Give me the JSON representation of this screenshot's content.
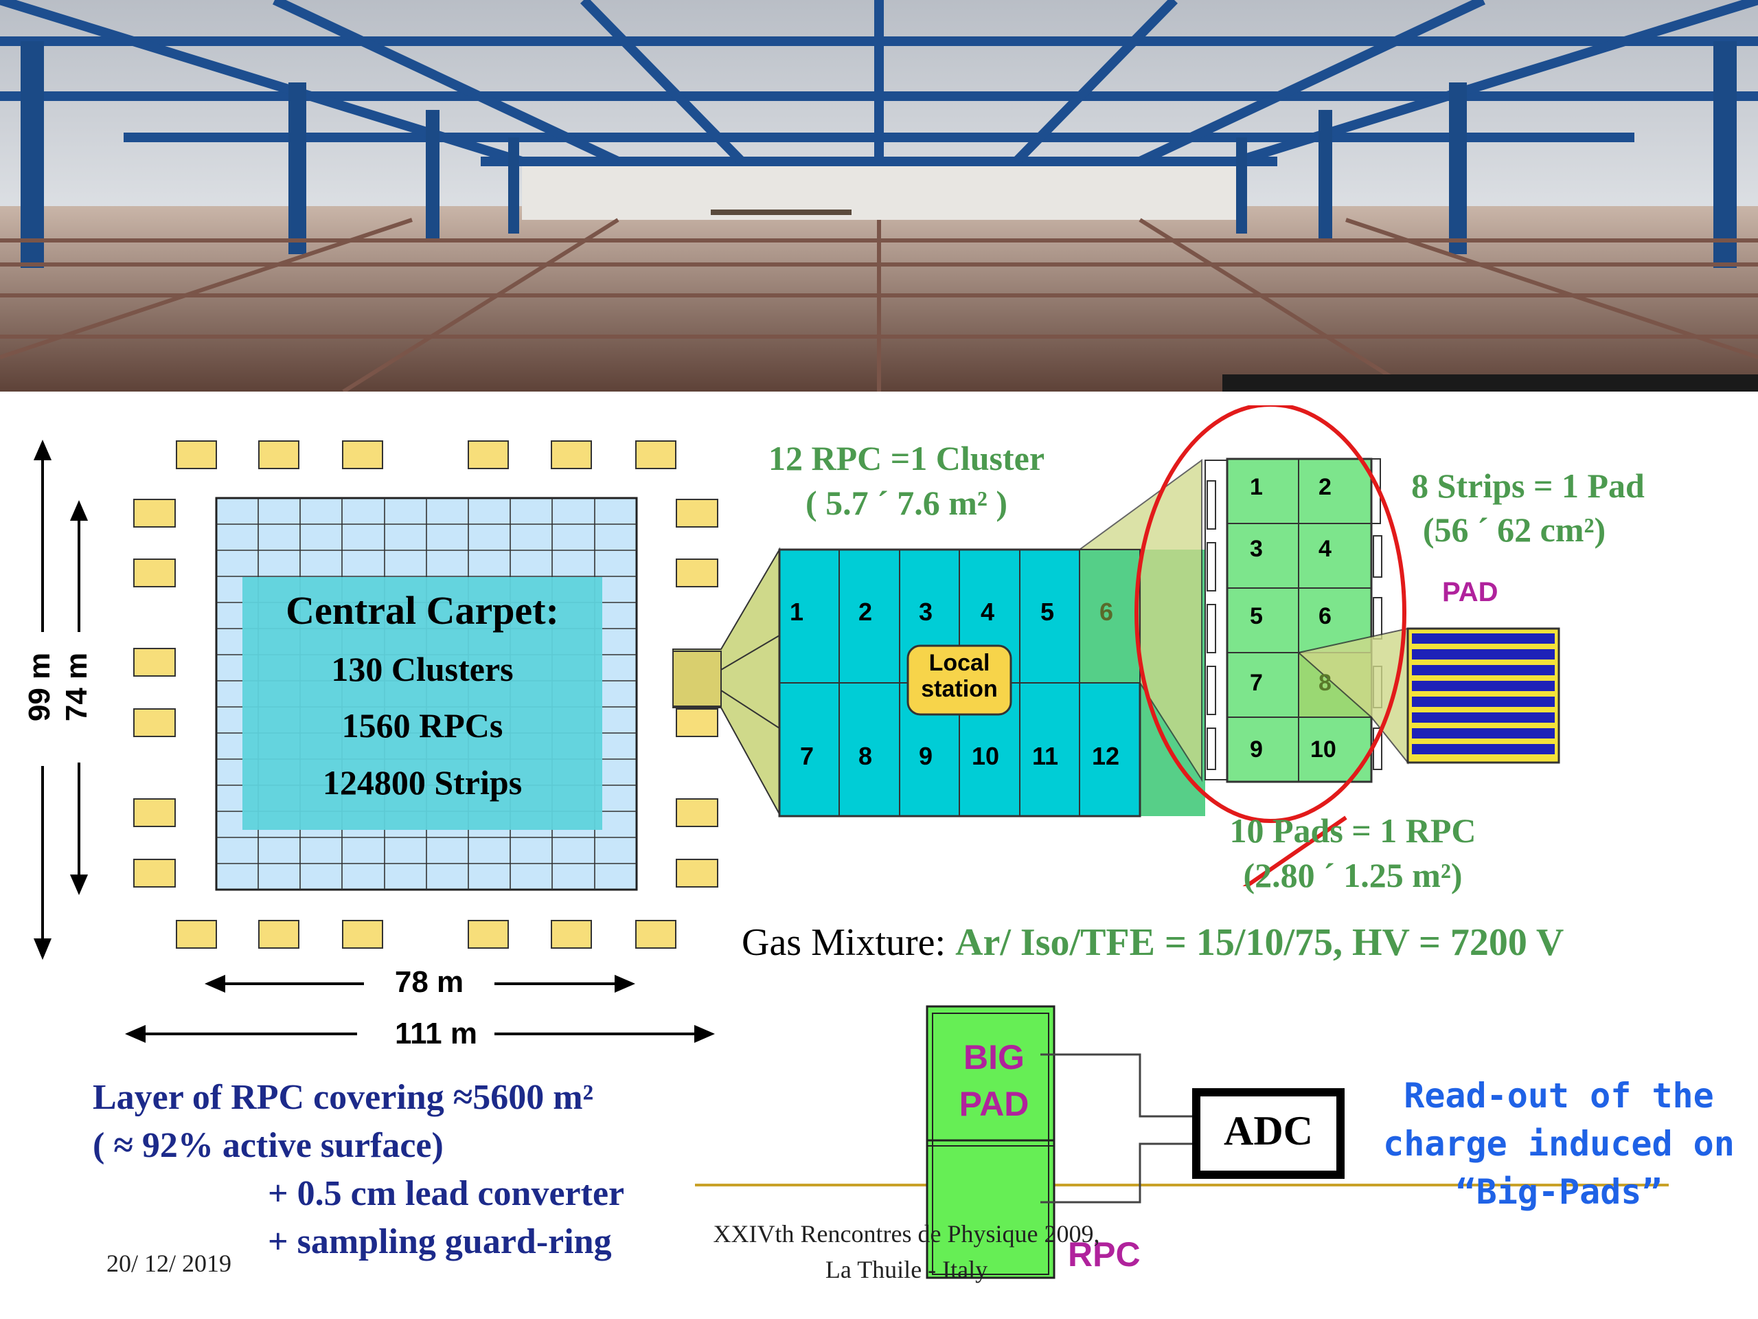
{
  "carpet": {
    "title": "Central Carpet:",
    "clusters": "130 Clusters",
    "rpcs": "1560 RPCs",
    "strips": "124800 Strips"
  },
  "dimensions": {
    "height_outer": "99 m",
    "height_inner": "74 m",
    "width_inner": "78 m",
    "width_outer": "111 m"
  },
  "cluster": {
    "title": "12 RPC =1 Cluster",
    "size": "( 5.7 ´ 7.6 m² )",
    "rpc_numbers": [
      "1",
      "2",
      "3",
      "4",
      "5",
      "6",
      "7",
      "8",
      "9",
      "10",
      "11",
      "12"
    ],
    "local_station_line1": "Local",
    "local_station_line2": "station"
  },
  "rpc": {
    "pad_numbers": [
      "1",
      "2",
      "3",
      "4",
      "5",
      "6",
      "7",
      "8",
      "9",
      "10"
    ],
    "pads_title": "10 Pads = 1 RPC",
    "pads_size": "(2.80 ´ 1.25 m²)",
    "strips_title": "8 Strips = 1 Pad",
    "strips_size": "(56 ´ 62 cm²)",
    "pad_label": "PAD"
  },
  "gas": {
    "prefix": "Gas Mixture: ",
    "value": "Ar/ Iso/TFE = 15/10/75, HV = 7200 V"
  },
  "layer": {
    "line1": "Layer of RPC covering ≈5600 m²",
    "line2": "( ≈ 92% active surface)",
    "line3": "+ 0.5 cm lead converter",
    "line4": "+ sampling guard-ring"
  },
  "bigpad": {
    "line1": "BIG",
    "line2": "PAD",
    "rpc_label": "RPC",
    "adc_label": "ADC"
  },
  "readout": {
    "line1": "Read-out of the",
    "line2": "charge induced on",
    "line3": "“Big-Pads”"
  },
  "footer": {
    "date": "20/ 12/ 2019",
    "conf_line1": "XXIVth Rencontres de Physique 2009,",
    "conf_line2": "La Thuile - Italy"
  },
  "colors": {
    "carpet_fill": "#c8e6fa",
    "carpet_core": "#5fd3dc",
    "cluster_fill": "#00cdd6",
    "rpc_green": "#7de58c",
    "bigpad_green": "#66ee55",
    "trapezoid": "#cfd98a",
    "station": "#f7de7a",
    "ellipse": "#e21a1a",
    "strip_blue": "#1e22b8",
    "strip_yellow": "#f4e23a"
  }
}
